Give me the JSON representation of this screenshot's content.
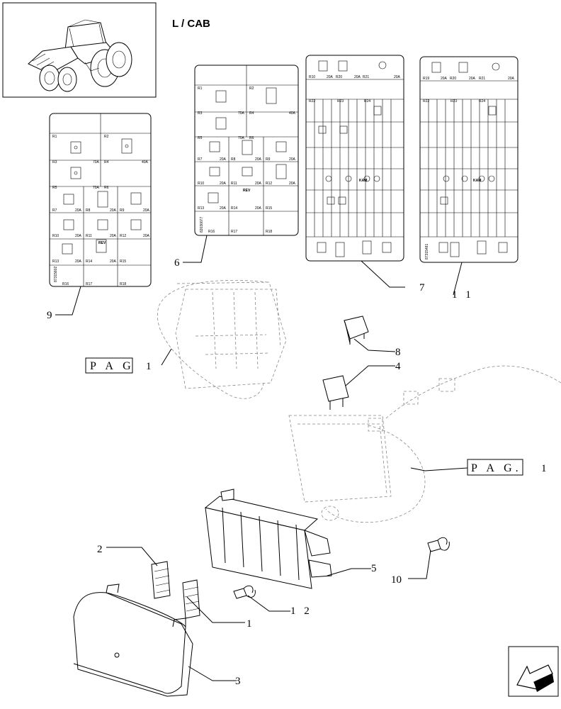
{
  "header": {
    "title": "L / CAB"
  },
  "callouts": {
    "c1": "1",
    "c2": "2",
    "c3": "3",
    "c4": "4",
    "c5": "5",
    "c6": "6",
    "c7": "7",
    "c8": "8",
    "c9": "9",
    "c10": "10",
    "c11": "1 1",
    "c12": "1 2"
  },
  "page_refs": {
    "left": {
      "label": "P A G",
      "num": "1"
    },
    "right": {
      "label": "P A G.",
      "num": "1"
    }
  },
  "panel9": {
    "slots": [
      "R1",
      "R2",
      "R3",
      "70A",
      "R4",
      "40A",
      "R5",
      "70A",
      "R6",
      "R7",
      "20A",
      "R8",
      "20A",
      "R9",
      "20A",
      "R10",
      "20A",
      "R11",
      "20A",
      "R12",
      "20A",
      "R13",
      "20A",
      "R14",
      "20A",
      "R15",
      "R16",
      "R17",
      "R18"
    ],
    "rev": "REV",
    "part": "87315602"
  },
  "panel6": {
    "slots": [
      "R1",
      "R2",
      "R3",
      "70A",
      "R4",
      "40A",
      "R5",
      "70A",
      "R6",
      "R7",
      "20A",
      "R8",
      "20A",
      "R9",
      "20A",
      "R10",
      "20A",
      "R11",
      "20A",
      "R12",
      "20A",
      "R13",
      "20A",
      "R14",
      "20A",
      "R15",
      "R16",
      "R17",
      "R18"
    ],
    "rev": "REV",
    "part": "82030077"
  },
  "panel7": {
    "top": [
      "R10",
      "20A",
      "R20",
      "20A",
      "R21",
      "20A"
    ],
    "mid": [
      "R22",
      "R23",
      "R24"
    ],
    "kam": "KAM"
  },
  "panel11": {
    "top": [
      "R19",
      "20A",
      "R20",
      "20A",
      "R21",
      "20A"
    ],
    "mid": [
      "R22",
      "R23",
      "R24"
    ],
    "kam": "KAM",
    "part": "87315481"
  },
  "nav": {
    "icon": "next-page-arrow"
  }
}
